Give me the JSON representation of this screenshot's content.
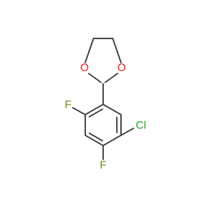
{
  "molecule": {
    "colors": {
      "bond": "#404040",
      "oxygen": "#e8261f",
      "fluorine": "#6d8f22",
      "chlorine": "#2aa328"
    },
    "atoms": {
      "o1": "O",
      "o2": "O",
      "f1": "F",
      "f2": "F",
      "cl": "Cl"
    }
  }
}
